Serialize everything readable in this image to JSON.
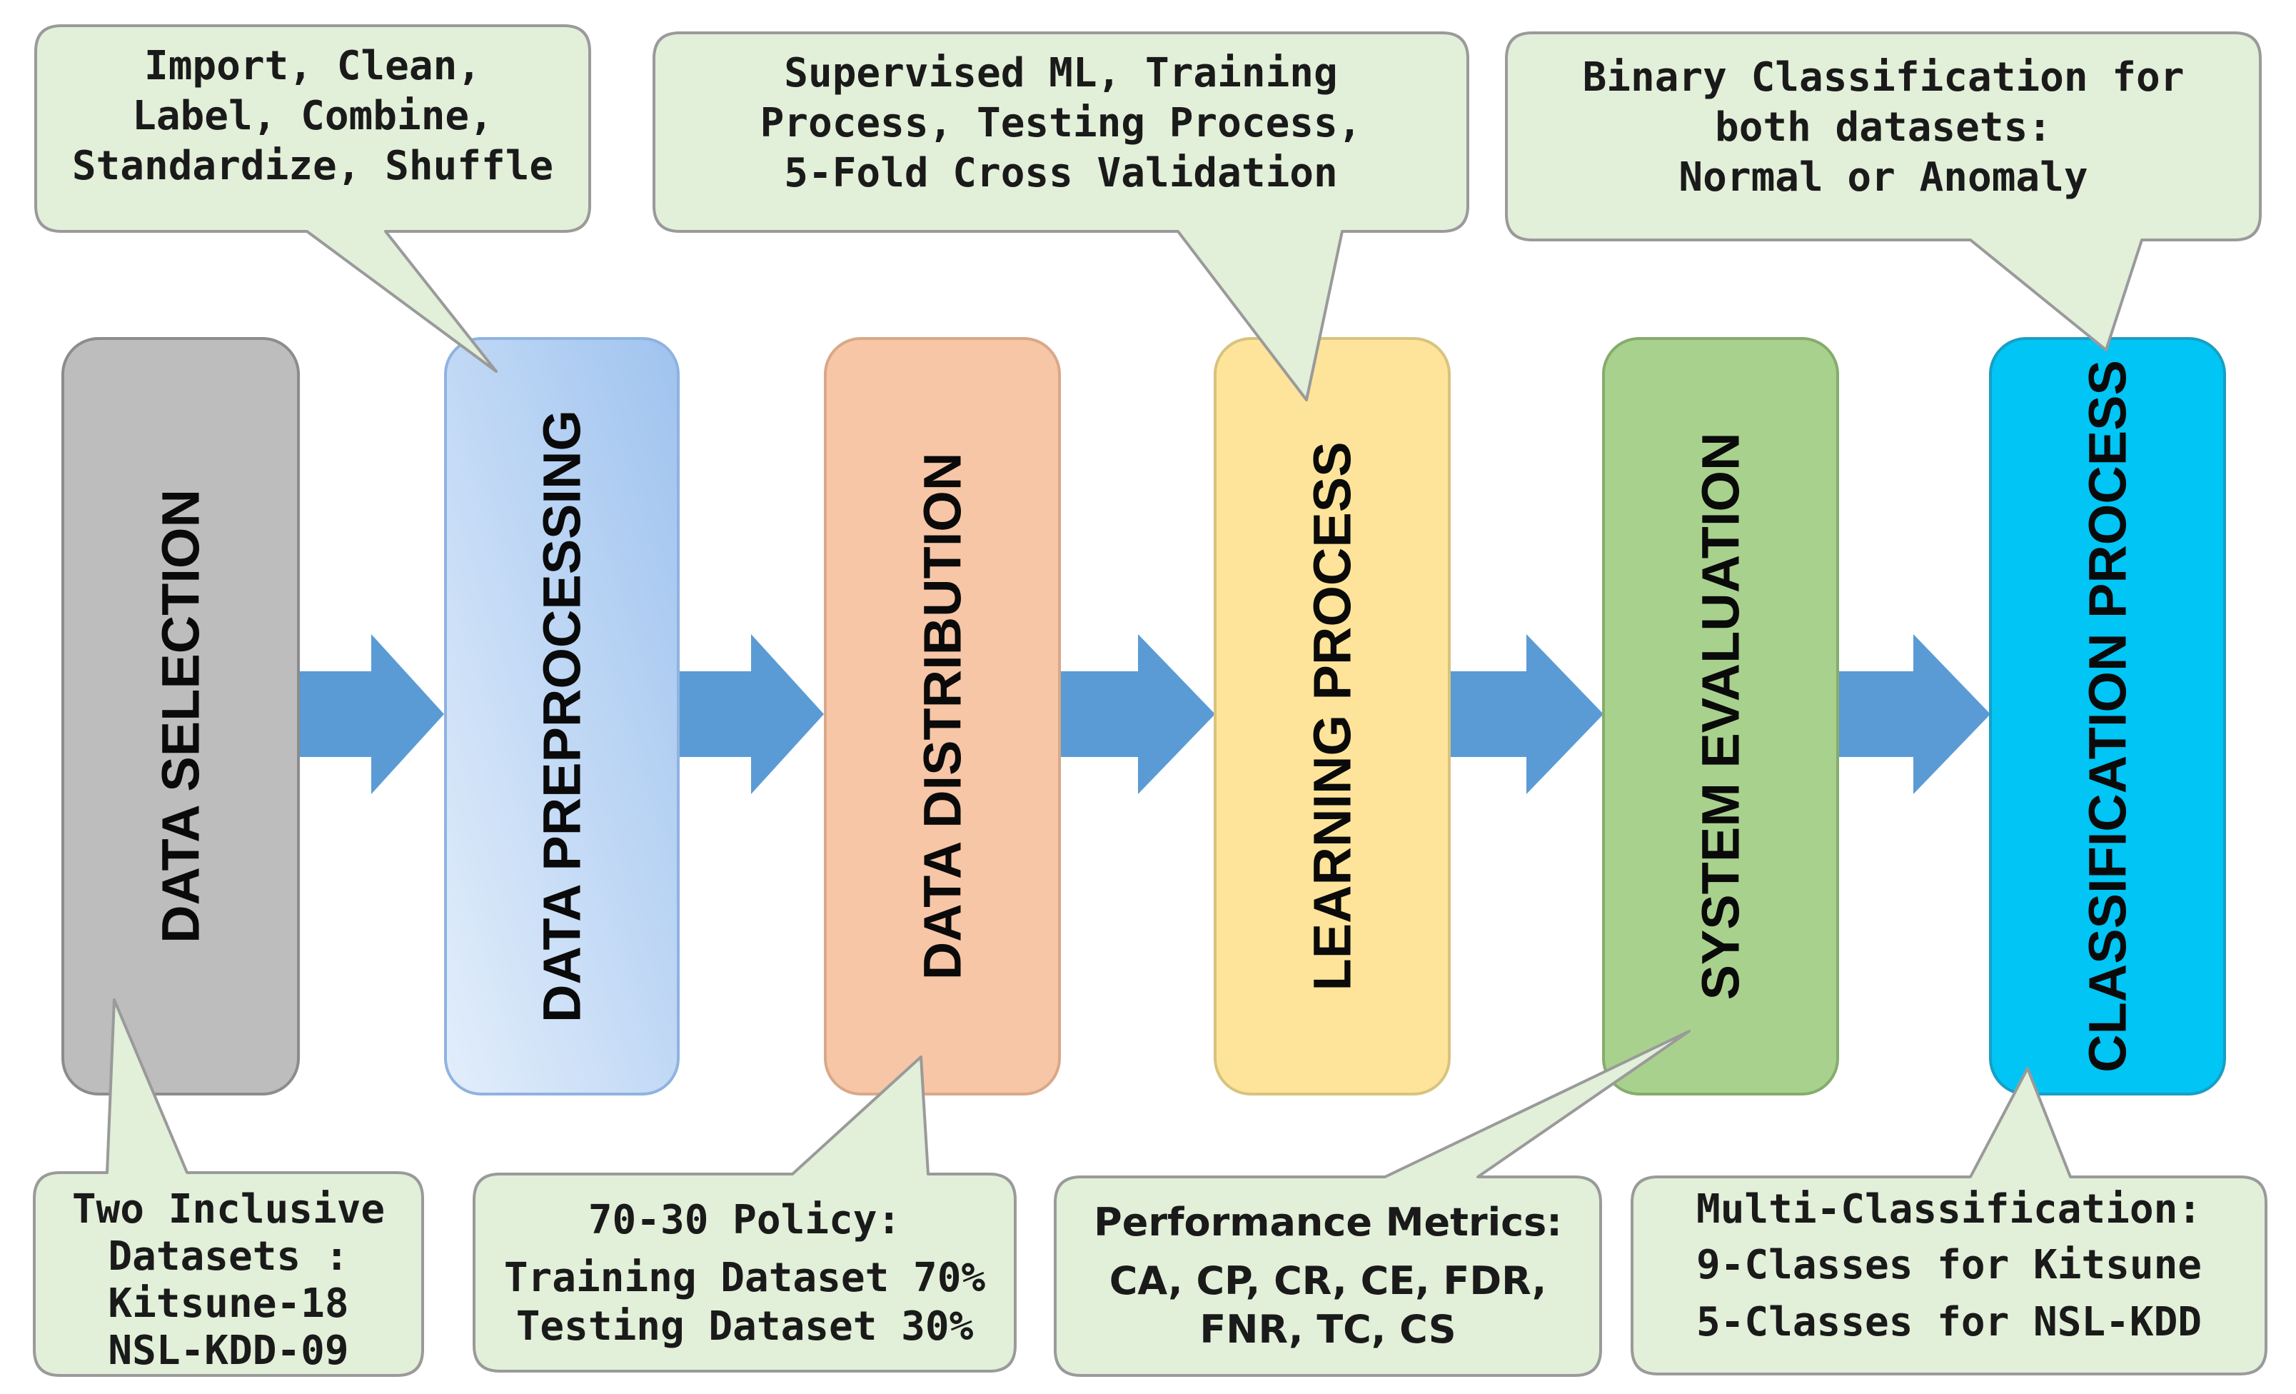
{
  "stages": [
    {
      "label": "DATA SELECTION",
      "color": "#bdbdbd"
    },
    {
      "label": "DATA PREPROCESSING",
      "color": "#bdd7f5"
    },
    {
      "label": "DATA DISTRIBUTION",
      "color": "#f7c6a6"
    },
    {
      "label": "LEARNING PROCESS",
      "color": "#fde49a"
    },
    {
      "label": "SYSTEM EVALUATION",
      "color": "#a9d18e"
    },
    {
      "label": "CLASSIFICATION PROCESS",
      "color": "#00c5f5"
    }
  ],
  "arrow_color": "#5b9bd5",
  "callout_fill": "#e2efd9",
  "callouts_top": [
    {
      "lines": [
        "Import, Clean,",
        "Label, Combine,",
        "Standardize, Shuffle"
      ]
    },
    {
      "lines": [
        "Supervised ML, Training",
        "Process, Testing Process,",
        "5-Fold Cross Validation"
      ]
    },
    {
      "lines": [
        "Binary Classification for",
        "both datasets:",
        "Normal or Anomaly"
      ]
    }
  ],
  "callouts_bottom": [
    {
      "lines": [
        "Two Inclusive",
        "Datasets :",
        "Kitsune-18",
        "NSL-KDD-09"
      ]
    },
    {
      "lines": [
        "70-30 Policy:",
        "Training Dataset 70%",
        "Testing Dataset 30%"
      ]
    },
    {
      "lines": [
        "Performance Metrics:",
        "CA, CP, CR, CE, FDR,",
        "FNR, TC, CS"
      ]
    },
    {
      "lines": [
        "Multi-Classification:",
        "9-Classes for Kitsune",
        "5-Classes for NSL-KDD"
      ]
    }
  ]
}
